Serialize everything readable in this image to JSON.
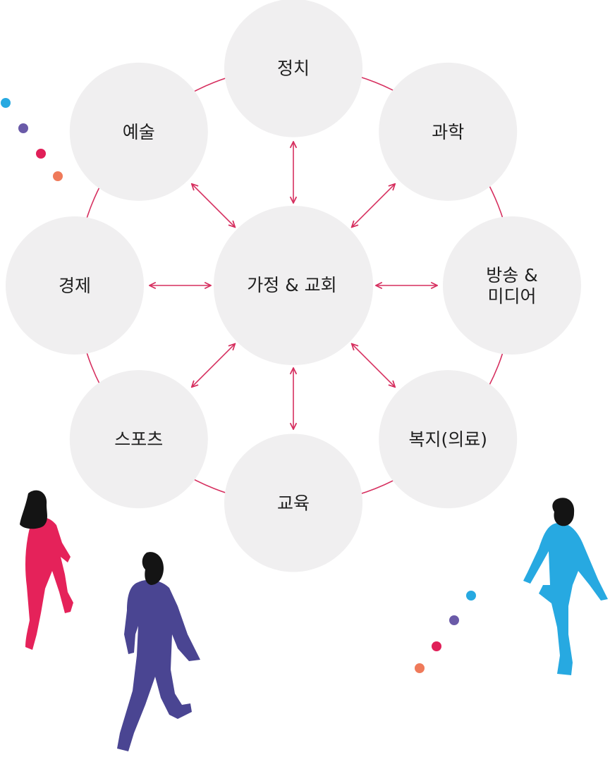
{
  "center": {
    "label": "가정 & 교회"
  },
  "spheres": [
    {
      "id": "politics",
      "label_lines": [
        "정치"
      ]
    },
    {
      "id": "science",
      "label_lines": [
        "과학"
      ]
    },
    {
      "id": "media",
      "label_lines": [
        "방송 &",
        "미디어"
      ]
    },
    {
      "id": "welfare",
      "label_lines": [
        "복지(의료)"
      ]
    },
    {
      "id": "education",
      "label_lines": [
        "교육"
      ]
    },
    {
      "id": "sports",
      "label_lines": [
        "스포츠"
      ]
    },
    {
      "id": "economy",
      "label_lines": [
        "경제"
      ]
    },
    {
      "id": "art",
      "label_lines": [
        "예술"
      ]
    }
  ],
  "colors": {
    "circle_fill": "#f0eff0",
    "ring": "#d62f5f",
    "arrow": "#d62f5f",
    "person_pink": "#e5225a",
    "person_purple": "#4a4592",
    "person_blue": "#27a9e1",
    "hair": "#141414",
    "dot_blue": "#27a9e1",
    "dot_purple": "#6a5aa8",
    "dot_red": "#e01f58",
    "dot_orange": "#ef7a5a"
  },
  "decorations": {
    "people": [
      "walking-woman-pink",
      "walking-man-purple",
      "walking-man-blue"
    ],
    "dot_trails": [
      "dot-trail-top-left",
      "dot-trail-bottom-right"
    ]
  }
}
